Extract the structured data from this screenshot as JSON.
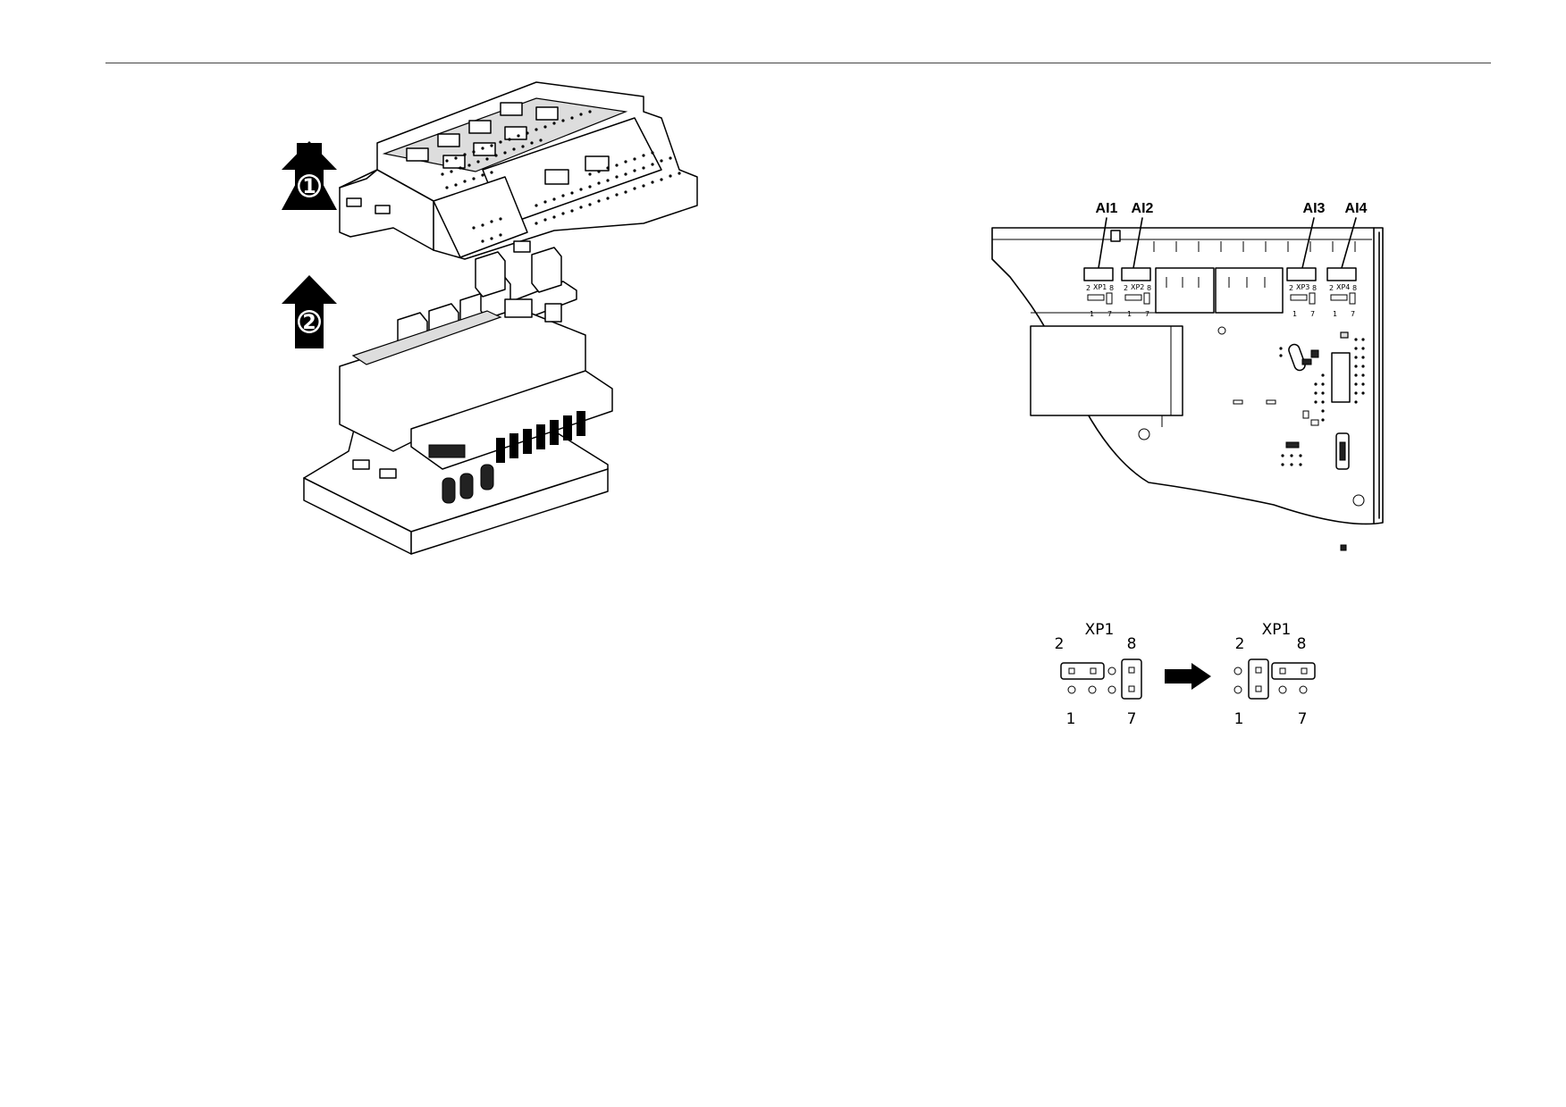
{
  "steps": {
    "step1": "1",
    "step2": "2"
  },
  "board_labels": {
    "ai1": "AI1",
    "ai2": "AI2",
    "ai3": "AI3",
    "ai4": "AI4"
  },
  "board_headers": {
    "xp1": "XP1",
    "xp2": "XP2",
    "xp3": "XP3",
    "xp4": "XP4"
  },
  "board_pins": {
    "p2": "2",
    "p8": "8",
    "p1": "1",
    "p7": "7"
  },
  "jumper": {
    "before": {
      "title": "XP1",
      "pin_tl": "2",
      "pin_tr": "8",
      "pin_bl": "1",
      "pin_br": "7"
    },
    "after": {
      "title": "XP1",
      "pin_tl": "2",
      "pin_tr": "8",
      "pin_bl": "1",
      "pin_br": "7"
    }
  }
}
